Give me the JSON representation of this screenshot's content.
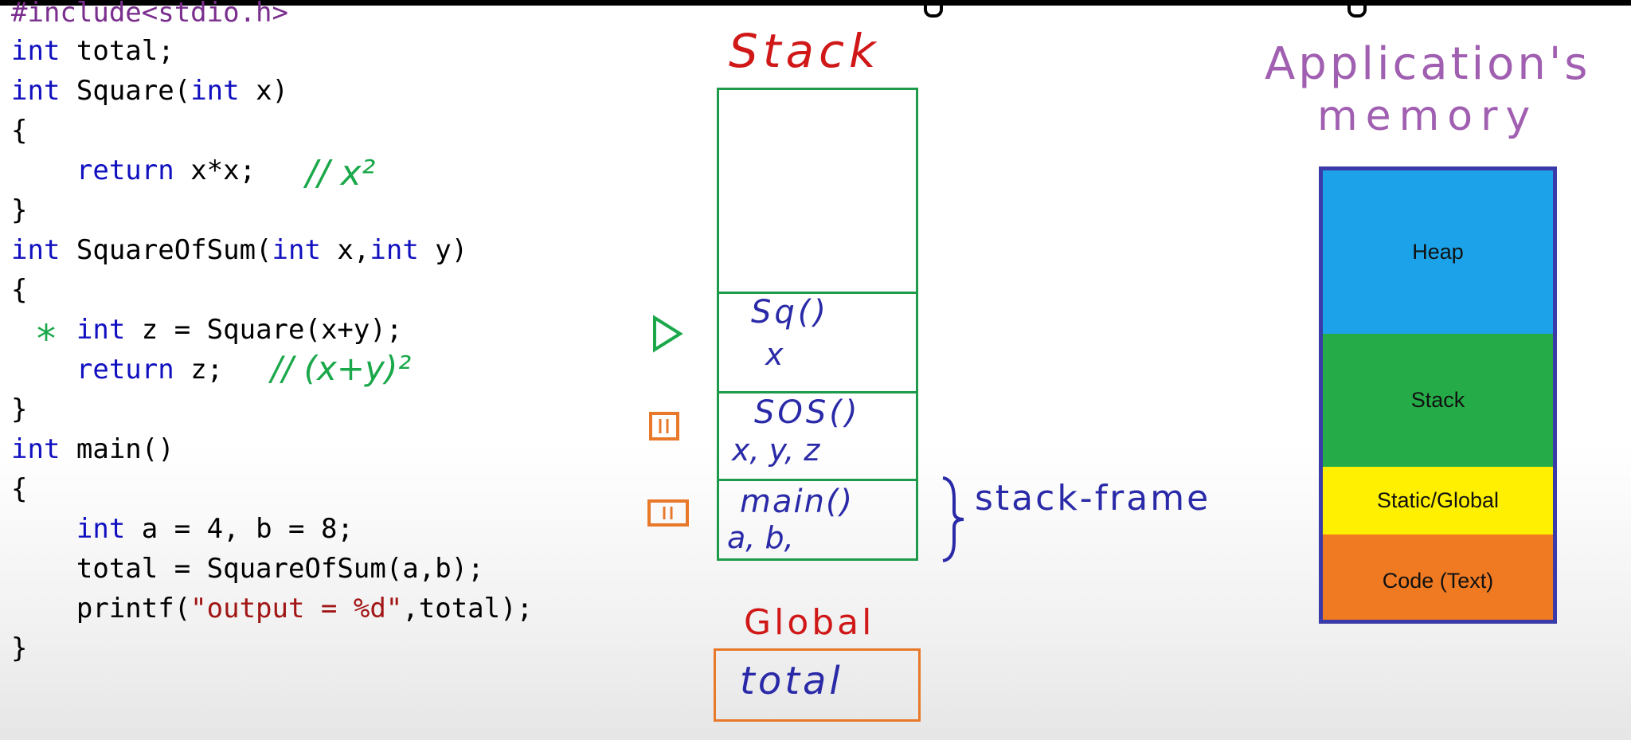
{
  "code": {
    "lines": [
      "#include<stdio.h>",
      "int total;",
      "int Square(int x)",
      "{",
      "    return x*x;",
      "}",
      "int SquareOfSum(int x,int y)",
      "{",
      "    int z = Square(x+y);",
      "    return z;",
      "}",
      "int main()",
      "{",
      "    int a = 4, b = 8;",
      "    total = SquareOfSum(a,b);",
      "    printf(\"output = %d\",total);",
      "}"
    ],
    "annotations": {
      "square_comment": "// x²",
      "sum_comment": "// (x+y)²",
      "current_line_marker": "*"
    }
  },
  "stack_diagram": {
    "title": "Stack",
    "frames": [
      {
        "name": "Sq()",
        "vars": "x",
        "marker": "▷"
      },
      {
        "name": "SOS()",
        "vars": "x, y, z",
        "marker": "II"
      },
      {
        "name": "main()",
        "vars": "a, b,",
        "marker": "II"
      }
    ],
    "frame_label": "stack-frame",
    "global_title": "Global",
    "global_vars": "total"
  },
  "app_memory": {
    "title_line1": "Application's",
    "title_line2": "memory",
    "segments": [
      {
        "label": "Heap",
        "color": "#1ba2e8"
      },
      {
        "label": "Stack",
        "color": "#25ac48"
      },
      {
        "label": "Static/Global",
        "color": "#fef000"
      },
      {
        "label": "Code (Text)",
        "color": "#ef7a22"
      }
    ]
  }
}
